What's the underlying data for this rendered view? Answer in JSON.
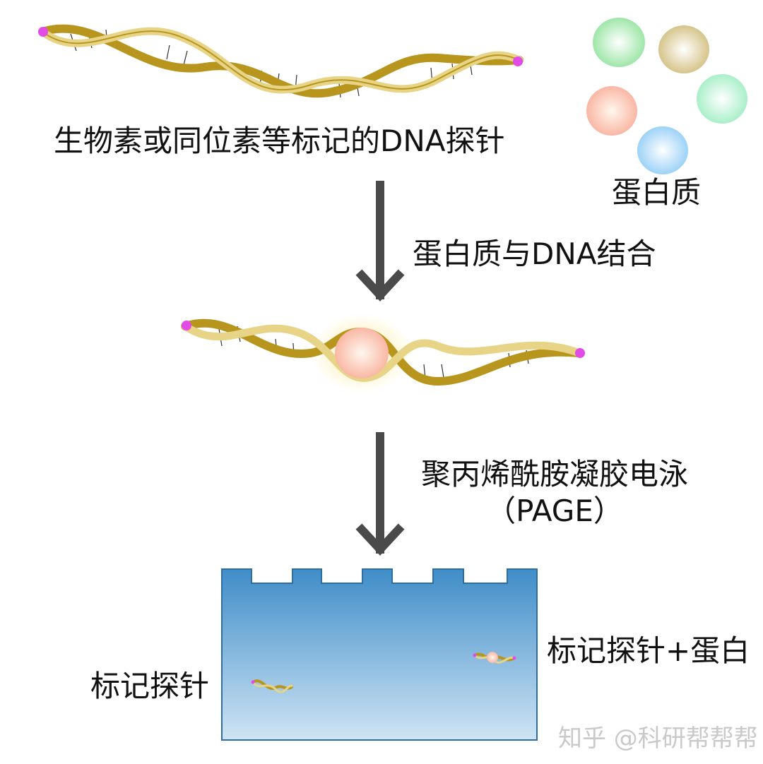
{
  "labels": {
    "probe": "生物素或同位素等标记的DNA探针",
    "protein": "蛋白质",
    "binding": "蛋白质与DNA结合",
    "page_line1": "聚丙烯酰胺凝胶电泳",
    "page_line2": "（PAGE）",
    "free_probe": "标记探针",
    "complex": "标记探针+蛋白"
  },
  "watermark": "知乎 @科研帮帮帮",
  "colors": {
    "dna": "#B8961E",
    "dna_light": "#E7D486",
    "label_dot": "#E24BE6",
    "arrow": "#4A4A4A",
    "gel_top": "#3F8DC8",
    "gel_bottom": "#CFE4F4",
    "protein_green": "#9EE6A8",
    "protein_tan": "#D6C48A",
    "protein_mint": "#A9EFC9",
    "protein_salmon": "#F9B7A4",
    "protein_blue": "#9CD2F7"
  }
}
